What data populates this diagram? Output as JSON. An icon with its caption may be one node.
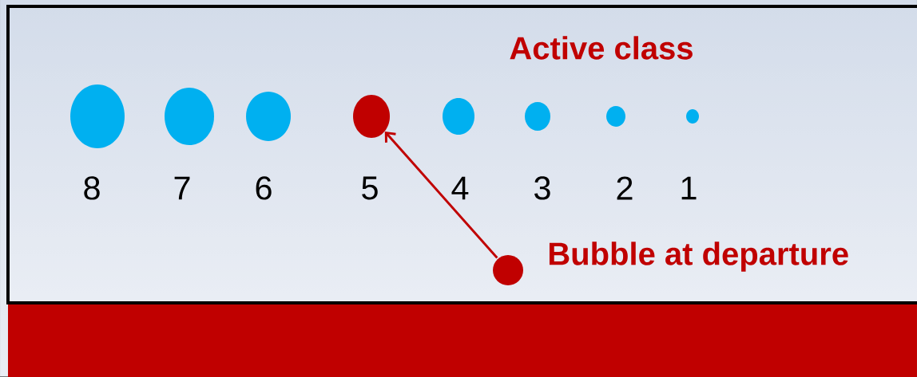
{
  "diagram": {
    "nodes": [
      {
        "text": [],
        "shape": "circle",
        "beside": [
          "8"
        ]
      },
      {
        "text": [],
        "shape": "circle",
        "beside": [
          "7"
        ]
      },
      {
        "text": [],
        "shape": "circle",
        "beside": [
          "6"
        ]
      },
      {
        "text": [],
        "shape": "circle",
        "beside": [
          "5"
        ]
      },
      {
        "text": [],
        "shape": "circle",
        "beside": [
          "4"
        ]
      },
      {
        "text": [],
        "shape": "circle",
        "beside": [
          "3"
        ]
      },
      {
        "text": [],
        "shape": "circle",
        "beside": [
          "2"
        ]
      },
      {
        "text": [],
        "shape": "circle",
        "beside": [
          "1"
        ]
      },
      {
        "text": [],
        "shape": "circle",
        "beside": [
          "Bubble at departure"
        ]
      }
    ],
    "edges": [
      {
        "from": 8,
        "to": 3,
        "arrow": "to"
      }
    ],
    "labels": [
      "Active class"
    ]
  }
}
